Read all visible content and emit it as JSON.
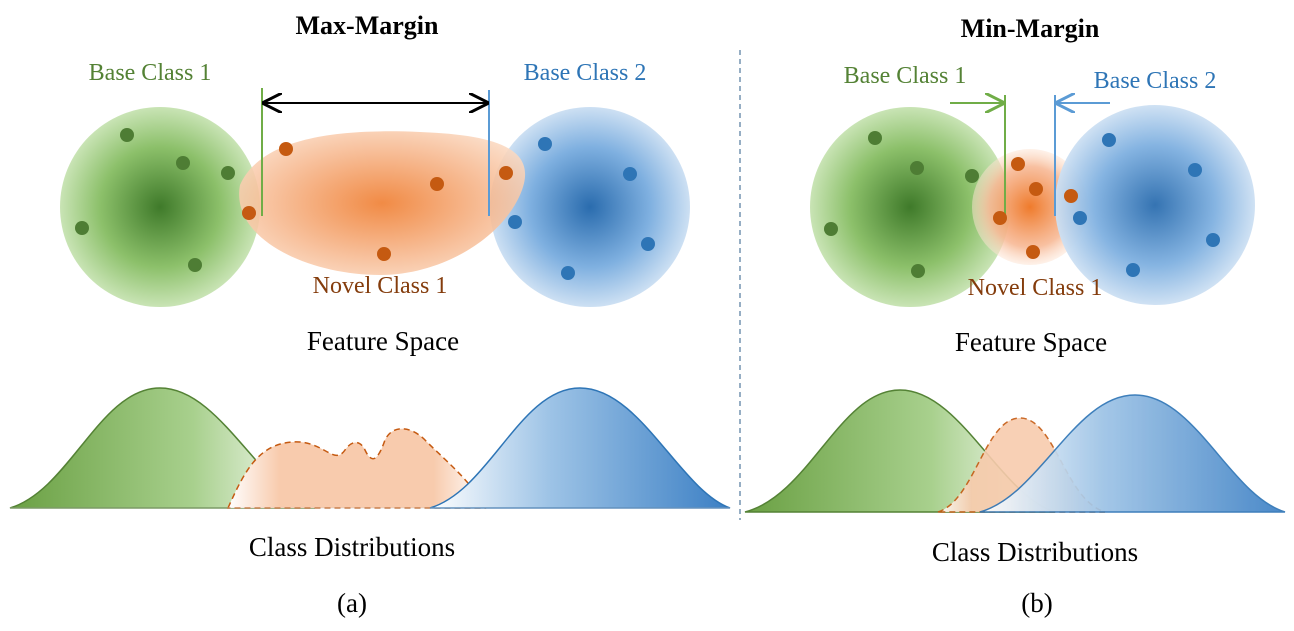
{
  "panels": {
    "a": {
      "title": "Max-Margin",
      "base1": "Base Class 1",
      "base2": "Base Class 2",
      "novel": "Novel Class 1",
      "feature_space": "Feature Space",
      "distributions": "Class Distributions",
      "caption": "(a)"
    },
    "b": {
      "title": "Min-Margin",
      "base1": "Base Class 1",
      "base2": "Base Class 2",
      "novel": "Novel Class 1",
      "feature_space": "Feature Space",
      "distributions": "Class Distributions",
      "caption": "(b)"
    }
  },
  "colors": {
    "green": "#548235",
    "blue": "#2e75b6",
    "orange": "#c55a11",
    "green_label": "#548235",
    "blue_label": "#2e75b6",
    "orange_label": "#843c0c"
  }
}
